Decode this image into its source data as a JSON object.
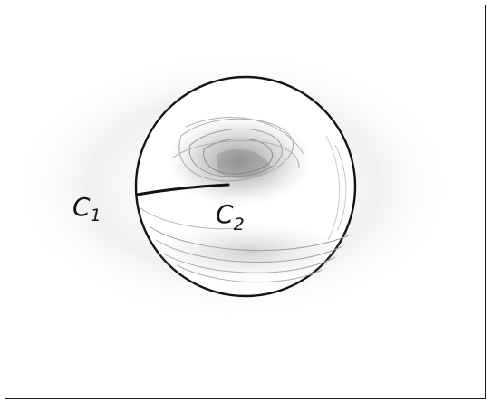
{
  "labels": {
    "c1": {
      "letter": "C",
      "subscript": "1"
    },
    "c2": {
      "letter": "C",
      "subscript": "2"
    }
  },
  "colors": {
    "ink": "#141414",
    "pencil": "#9a9a9a",
    "halo": "#ececec"
  }
}
